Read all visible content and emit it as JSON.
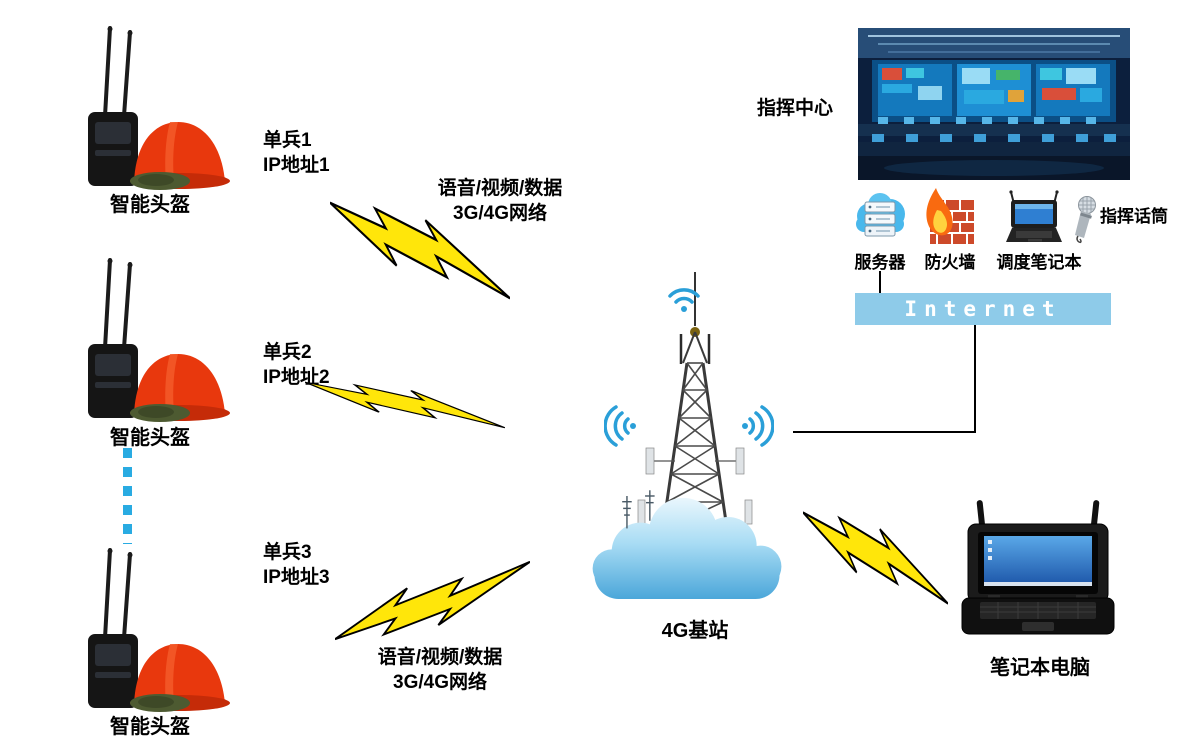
{
  "soldiers": [
    {
      "unit": "单兵1",
      "ip": "IP地址1",
      "device": "智能头盔"
    },
    {
      "unit": "单兵2",
      "ip": "IP地址2",
      "device": "智能头盔"
    },
    {
      "unit": "单兵3",
      "ip": "IP地址3",
      "device": "智能头盔"
    }
  ],
  "links": {
    "top": {
      "line1": "语音/视频/数据",
      "line2": "3G/4G网络"
    },
    "bottom": {
      "line1": "语音/视频/数据",
      "line2": "3G/4G网络"
    }
  },
  "base_station": {
    "label": "4G基站"
  },
  "command_center": {
    "label": "指挥中心"
  },
  "devices": {
    "server": "服务器",
    "firewall": "防火墙",
    "dispatch_laptop": "调度笔记本",
    "command_mic": "指挥话筒"
  },
  "internet": {
    "label": "Internet"
  },
  "laptop": {
    "label": "笔记本电脑"
  },
  "colors": {
    "bolt_fill": "#ffe60a",
    "internet_bar": "#8ecbe9",
    "dotted_line": "#29abe2",
    "helmet_red": "#e8380d",
    "cloud_blue": "#49a8dd",
    "wifi_blue": "#2a9fd8"
  }
}
